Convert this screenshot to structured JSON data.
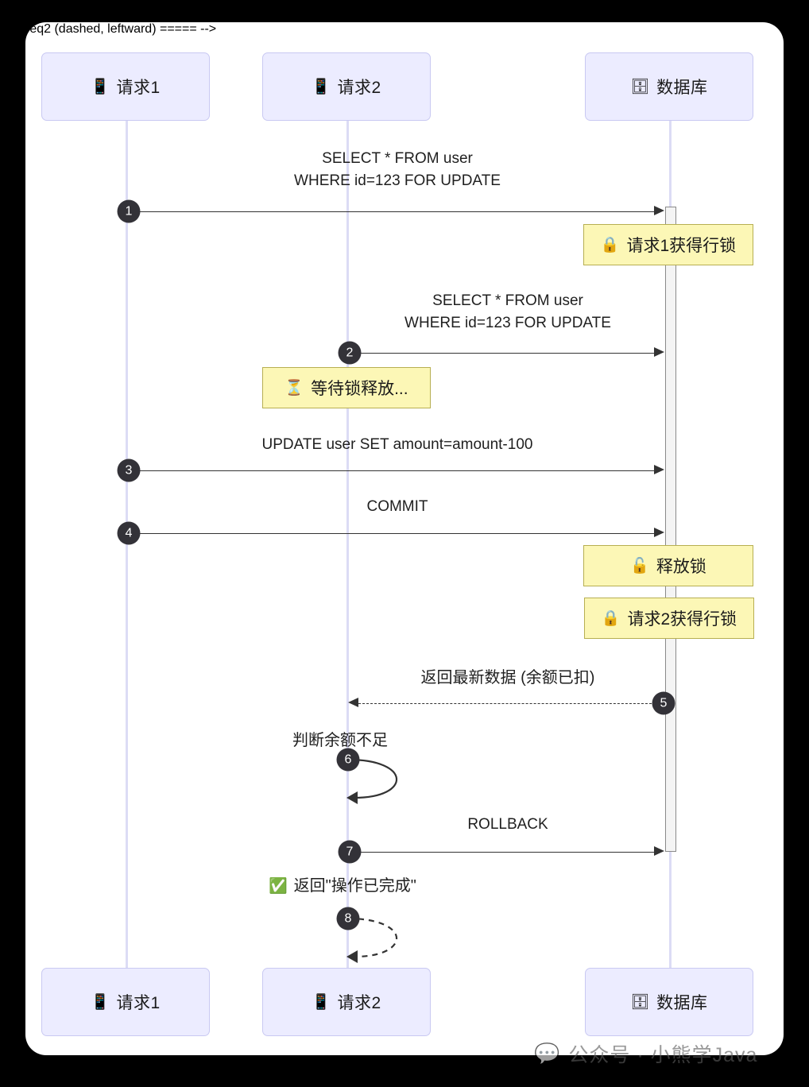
{
  "diagram": {
    "type": "sequence-diagram",
    "theme": {
      "page_background": "#000000",
      "card_background": "#ffffff",
      "participant_fill": "#ECECFF",
      "participant_border": "#C9C9F2",
      "lifeline_color": "#DCDCF5",
      "activation_fill": "#F4F4F4",
      "activation_border": "#8A8A8A",
      "note_fill": "#FCF7B6",
      "note_border": "#B7AF52",
      "arrow_color": "#333333",
      "seq_badge_fill": "#333238",
      "seq_badge_text": "#ffffff"
    },
    "participants": [
      {
        "id": "req1",
        "icon": "📱",
        "icon_name": "mobile-phone-icon",
        "label": "请求1"
      },
      {
        "id": "req2",
        "icon": "📱",
        "icon_name": "mobile-phone-icon",
        "label": "请求2"
      },
      {
        "id": "db",
        "icon": "🗄",
        "icon_name": "database-cabinet-icon",
        "label": "数据库"
      }
    ],
    "messages": [
      {
        "seq": "1",
        "from": "req1",
        "to": "db",
        "style": "solid",
        "label": "SELECT * FROM user\nWHERE id=123 FOR UPDATE"
      },
      {
        "seq": "2",
        "from": "req2",
        "to": "db",
        "style": "solid",
        "label": "SELECT * FROM user\nWHERE id=123 FOR UPDATE"
      },
      {
        "seq": "3",
        "from": "req1",
        "to": "db",
        "style": "solid",
        "label": "UPDATE user SET amount=amount-100"
      },
      {
        "seq": "4",
        "from": "req1",
        "to": "db",
        "style": "solid",
        "label": "COMMIT"
      },
      {
        "seq": "5",
        "from": "db",
        "to": "req2",
        "style": "dashed",
        "label": "返回最新数据 (余额已扣)"
      },
      {
        "seq": "6",
        "from": "req2",
        "to": "req2",
        "style": "solid-self",
        "label": "判断余额不足"
      },
      {
        "seq": "7",
        "from": "req2",
        "to": "db",
        "style": "solid",
        "label": "ROLLBACK"
      },
      {
        "seq": "8",
        "from": "req2",
        "to": "req2",
        "style": "dashed-self",
        "label": "✅ 返回\"操作已完成\"",
        "icon": "✅",
        "icon_name": "check-mark-button-icon",
        "text": "返回\"操作已完成\""
      }
    ],
    "notes": [
      {
        "id": "note1",
        "icon": "🔒",
        "icon_name": "locked-icon",
        "label": "请求1获得行锁",
        "over": "db"
      },
      {
        "id": "note2",
        "icon": "⏳",
        "icon_name": "hourglass-icon",
        "label": "等待锁释放...",
        "over": "req2"
      },
      {
        "id": "note3",
        "icon": "🔓",
        "icon_name": "unlocked-icon",
        "label": "释放锁",
        "over": "db"
      },
      {
        "id": "note4",
        "icon": "🔒",
        "icon_name": "locked-icon",
        "label": "请求2获得行锁",
        "over": "db"
      }
    ],
    "watermark": {
      "icon": "💬",
      "icon_name": "wechat-icon",
      "text": "公众号 · 小熊学Java"
    }
  }
}
